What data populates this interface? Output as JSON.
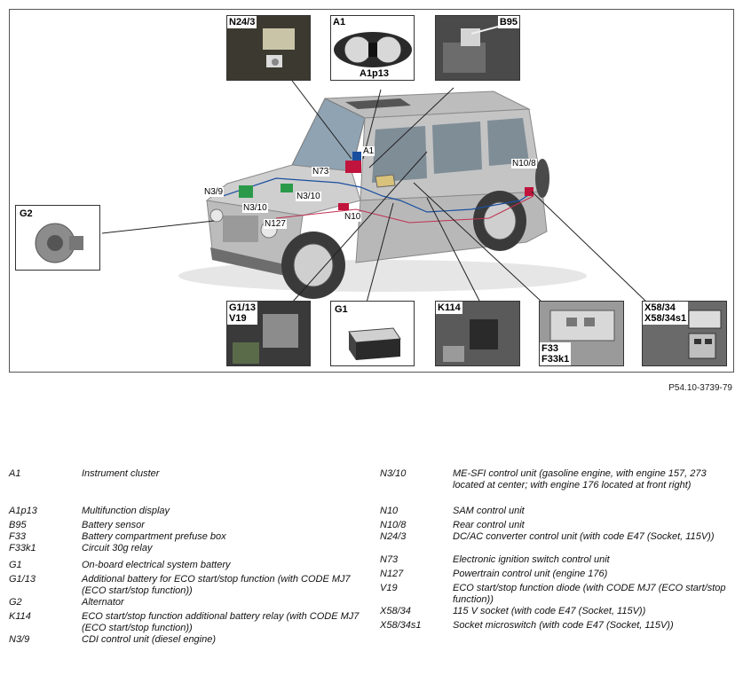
{
  "figure": {
    "reference": "P54.10-3739-79",
    "insets": [
      {
        "id": "n24-3",
        "label": "N24/3"
      },
      {
        "id": "a1",
        "label": "A1",
        "sublabel": "A1p13"
      },
      {
        "id": "b95",
        "label": "B95"
      },
      {
        "id": "g2",
        "label": "G2"
      },
      {
        "id": "g1-13",
        "label": "G1/13\nV19"
      },
      {
        "id": "g1",
        "label": "G1"
      },
      {
        "id": "k114",
        "label": "K114"
      },
      {
        "id": "f33",
        "label": "F33\nF33k1"
      },
      {
        "id": "x58",
        "label": "X58/34\nX58/34s1"
      }
    ],
    "callouts": [
      "A1",
      "N73",
      "N10/8",
      "N3/9",
      "N3/10",
      "N3/10",
      "N127",
      "N10"
    ]
  },
  "legend": {
    "left": [
      {
        "code": "A1",
        "desc": "Instrument cluster"
      },
      {
        "code": "A1p13",
        "desc": "Multifunction display"
      },
      {
        "code": "B95",
        "desc": "Battery sensor"
      },
      {
        "code": "F33",
        "desc": "Battery compartment prefuse box"
      },
      {
        "code": "F33k1",
        "desc": "Circuit 30g relay"
      },
      {
        "code": "G1",
        "desc": "On-board electrical system battery"
      },
      {
        "code": "G1/13",
        "desc": "Additional battery for ECO start/stop function (with CODE MJ7 (ECO start/stop function))"
      },
      {
        "code": "G2",
        "desc": "Alternator"
      },
      {
        "code": "K114",
        "desc": "ECO start/stop function additional battery relay (with CODE MJ7 (ECO start/stop function))"
      },
      {
        "code": "N3/9",
        "desc": "CDI control unit (diesel engine)"
      }
    ],
    "right": [
      {
        "code": "N3/10",
        "desc": "ME-SFI control unit (gasoline engine, with engine 157, 273 located at center; with engine 176 located at front right)"
      },
      {
        "code": "N10",
        "desc": "SAM control unit"
      },
      {
        "code": "N10/8",
        "desc": "Rear control unit"
      },
      {
        "code": "N24/3",
        "desc": "DC/AC converter control unit (with code E47 (Socket, 115V))"
      },
      {
        "code": "N73",
        "desc": "Electronic ignition switch control unit"
      },
      {
        "code": "N127",
        "desc": "Powertrain control unit (engine 176)"
      },
      {
        "code": "V19",
        "desc": "ECO start/stop function diode (with CODE MJ7 (ECO start/stop function))"
      },
      {
        "code": "X58/34",
        "desc": "115 V socket (with code E47 (Socket, 115V))"
      },
      {
        "code": "X58/34s1",
        "desc": "Socket microswitch (with code E47 (Socket, 115V))"
      }
    ]
  }
}
